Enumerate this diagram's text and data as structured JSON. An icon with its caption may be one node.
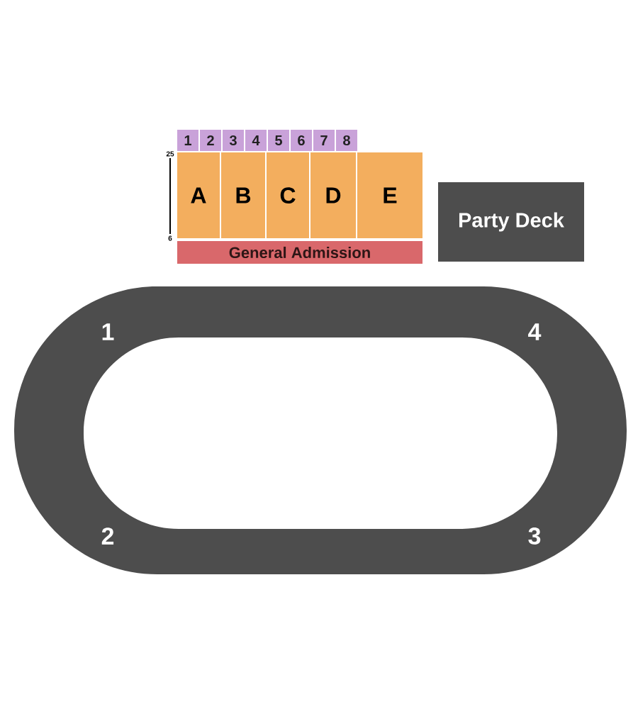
{
  "diagram": {
    "nodes": [
      {
        "text": [
          "1"
        ]
      },
      {
        "text": [
          "2"
        ]
      },
      {
        "text": [
          "3"
        ]
      },
      {
        "text": [
          "4"
        ]
      },
      {
        "text": [
          "5"
        ]
      },
      {
        "text": [
          "6"
        ]
      },
      {
        "text": [
          "7"
        ]
      },
      {
        "text": [
          "8"
        ]
      },
      {
        "text": [
          "A"
        ]
      },
      {
        "text": [
          "B"
        ]
      },
      {
        "text": [
          "C"
        ]
      },
      {
        "text": [
          "D"
        ]
      },
      {
        "text": [
          "E"
        ]
      },
      {
        "text": [
          "Party Deck"
        ]
      },
      {
        "text": [
          "General Admission"
        ]
      },
      {
        "text": [
          "1",
          "4",
          "2",
          "3"
        ]
      }
    ],
    "labels": [
      "25",
      "6"
    ]
  }
}
